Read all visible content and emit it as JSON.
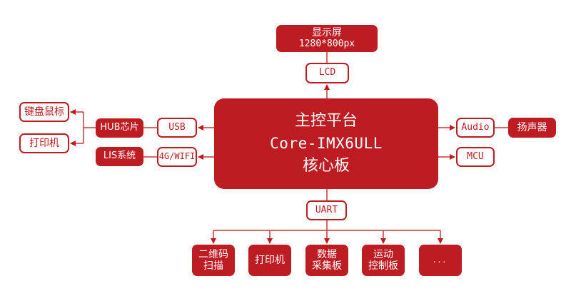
{
  "colors": {
    "accent": "#be1c23",
    "background": "#ffffff"
  },
  "top": {
    "display": {
      "title": "显示屏",
      "subtitle": "1280*800px"
    },
    "lcd": "LCD"
  },
  "main": {
    "line1": "主控平台",
    "line2": "Core-IMX6ULL",
    "line3": "核心板"
  },
  "left": {
    "usb": "USB",
    "wifi": "4G/WIFI",
    "hub": "HUB芯片",
    "lis": "LIS系统",
    "keyboard_mouse": "键盘鼠标",
    "printer": "打印机"
  },
  "right": {
    "audio": "Audio",
    "speaker": "扬声器",
    "mcu": "MCU"
  },
  "bottom": {
    "uart": "UART",
    "devices": [
      {
        "line1": "二维码",
        "line2": "扫描"
      },
      {
        "line1": "打印机",
        "line2": ""
      },
      {
        "line1": "数据",
        "line2": "采集板"
      },
      {
        "line1": "运动",
        "line2": "控制板"
      },
      {
        "line1": "...",
        "line2": ""
      }
    ]
  }
}
